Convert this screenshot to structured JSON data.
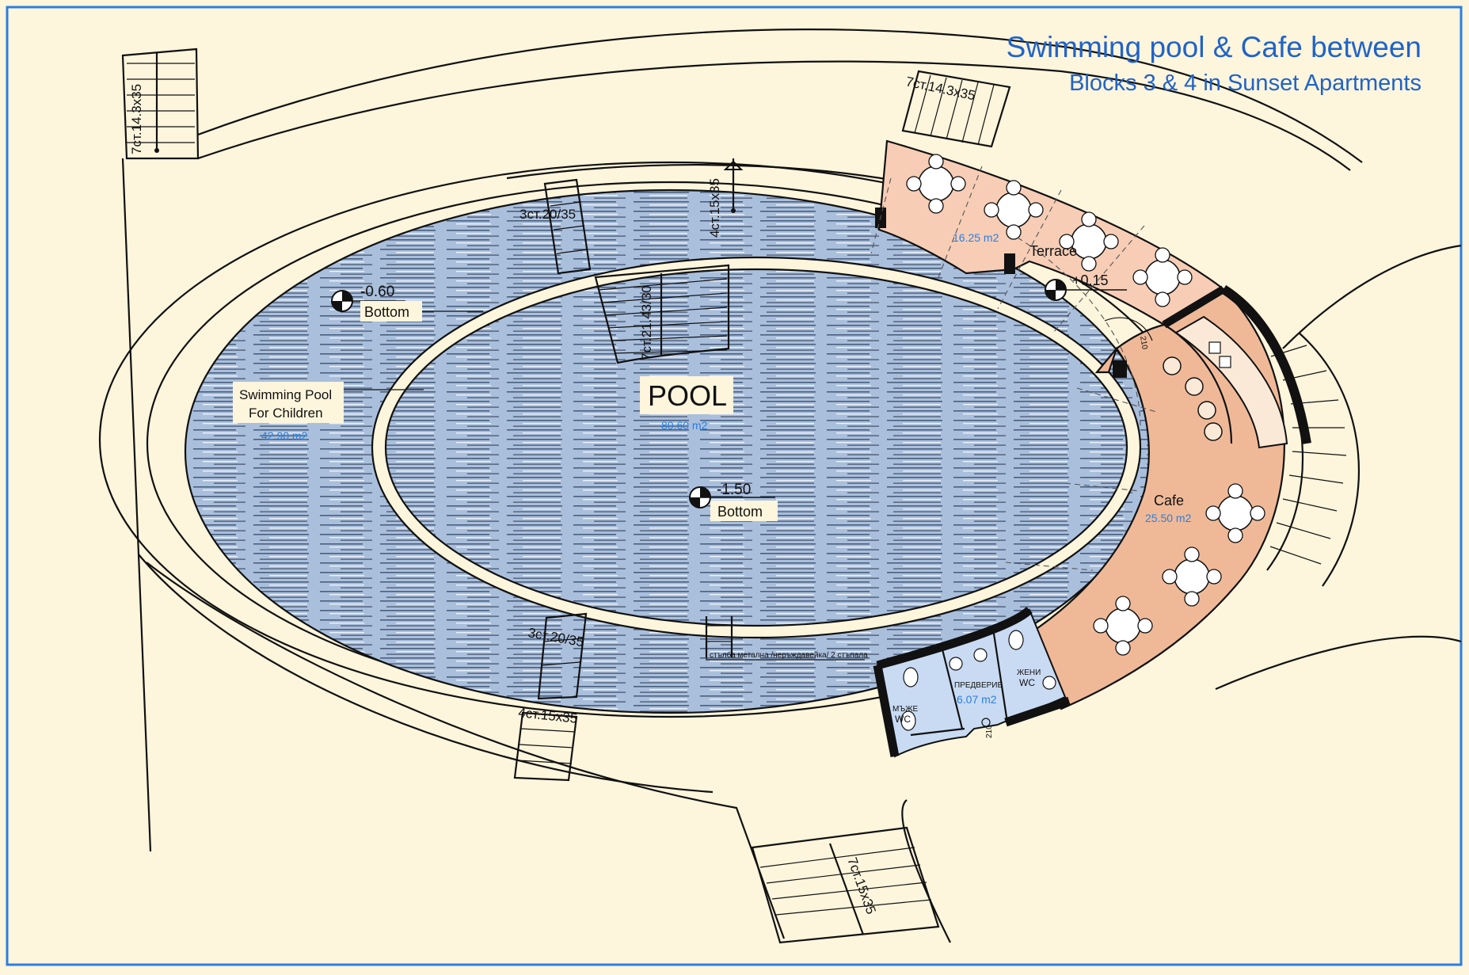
{
  "title": {
    "line1": "Swimming pool & Cafe between",
    "line2": "Blocks 3 & 4 in Sunset Apartments"
  },
  "pool": {
    "name": "POOL",
    "area": "80.60 m2",
    "level": "-1.50",
    "level_label": "Bottom"
  },
  "children_pool": {
    "name_line1": "Swimming Pool",
    "name_line2": "For Children",
    "area": "42.90 m2",
    "level": "-0.60",
    "level_label": "Bottom"
  },
  "terrace": {
    "name": "Terrace",
    "area": "16.25 m2",
    "level": "+0.15"
  },
  "cafe": {
    "name": "Cafe",
    "area": "25.50 m2"
  },
  "wc": {
    "men": "МЪЖЕ",
    "men_wc": "WC",
    "women": "ЖЕНИ",
    "women_wc": "WC",
    "lobby": "ПРЕДВЕРИЕ",
    "lobby_area": "6.07 m2",
    "door_label": "210"
  },
  "stairs": {
    "top_left": "7ст.14.3x35",
    "top_right": "7ст.14.3x35",
    "pool_top": "4ст.15x35",
    "pool_bottom": "4ст.15x35",
    "kids_top": "3ст.20/35",
    "kids_bottom": "3ст.20/35",
    "pool_inner": "7ст.21.43/30",
    "bottom": "7ст.15x35"
  },
  "ladder_note": "стълба метална /неръждавейка/ 2 стъпала",
  "colors": {
    "background": "#fdf5dc",
    "water": "#a9bfdc",
    "terrace": "#f7cdb6",
    "cafe": "#efb998",
    "wc": "#c9dbf3",
    "frame": "#2a7fe0",
    "title": "#2063c8"
  }
}
